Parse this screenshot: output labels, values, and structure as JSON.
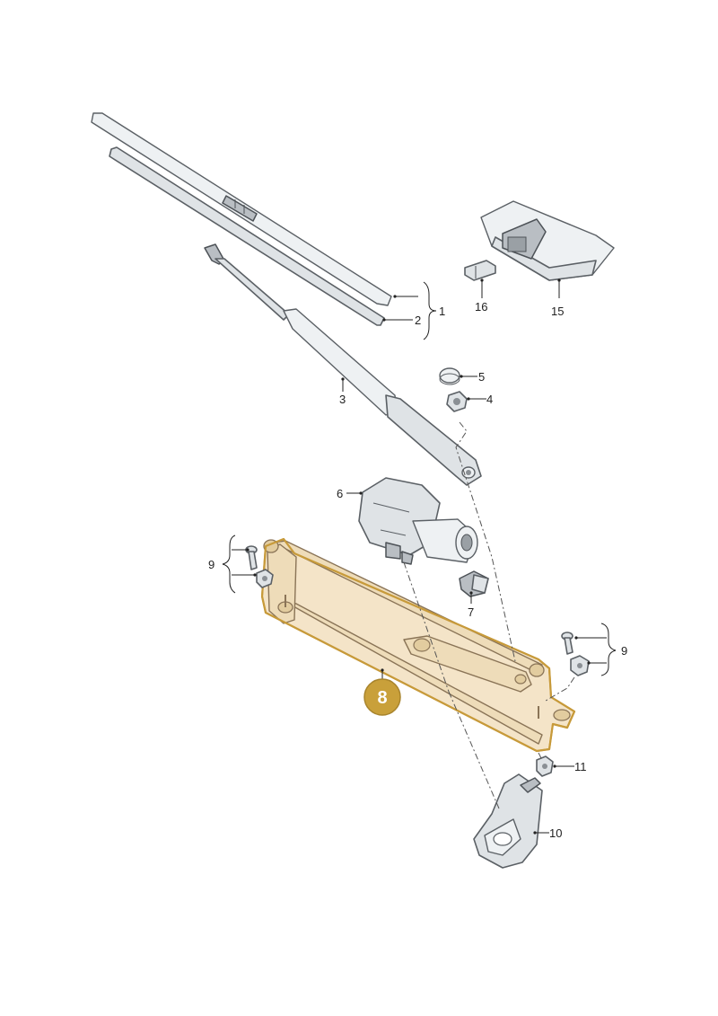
{
  "callouts": {
    "c1": "1",
    "c2": "2",
    "c3": "3",
    "c4": "4",
    "c5": "5",
    "c6": "6",
    "c7": "7",
    "c8": "8",
    "c9_left": "9",
    "c9_right": "9",
    "c10": "10",
    "c11": "11",
    "c15": "15",
    "c16": "16"
  },
  "colors": {
    "highlight_badge": "#c9a03a",
    "highlight_fill": "#f4e4c8",
    "highlight_outline": "#c79a3a"
  },
  "highlighted_part": "8"
}
